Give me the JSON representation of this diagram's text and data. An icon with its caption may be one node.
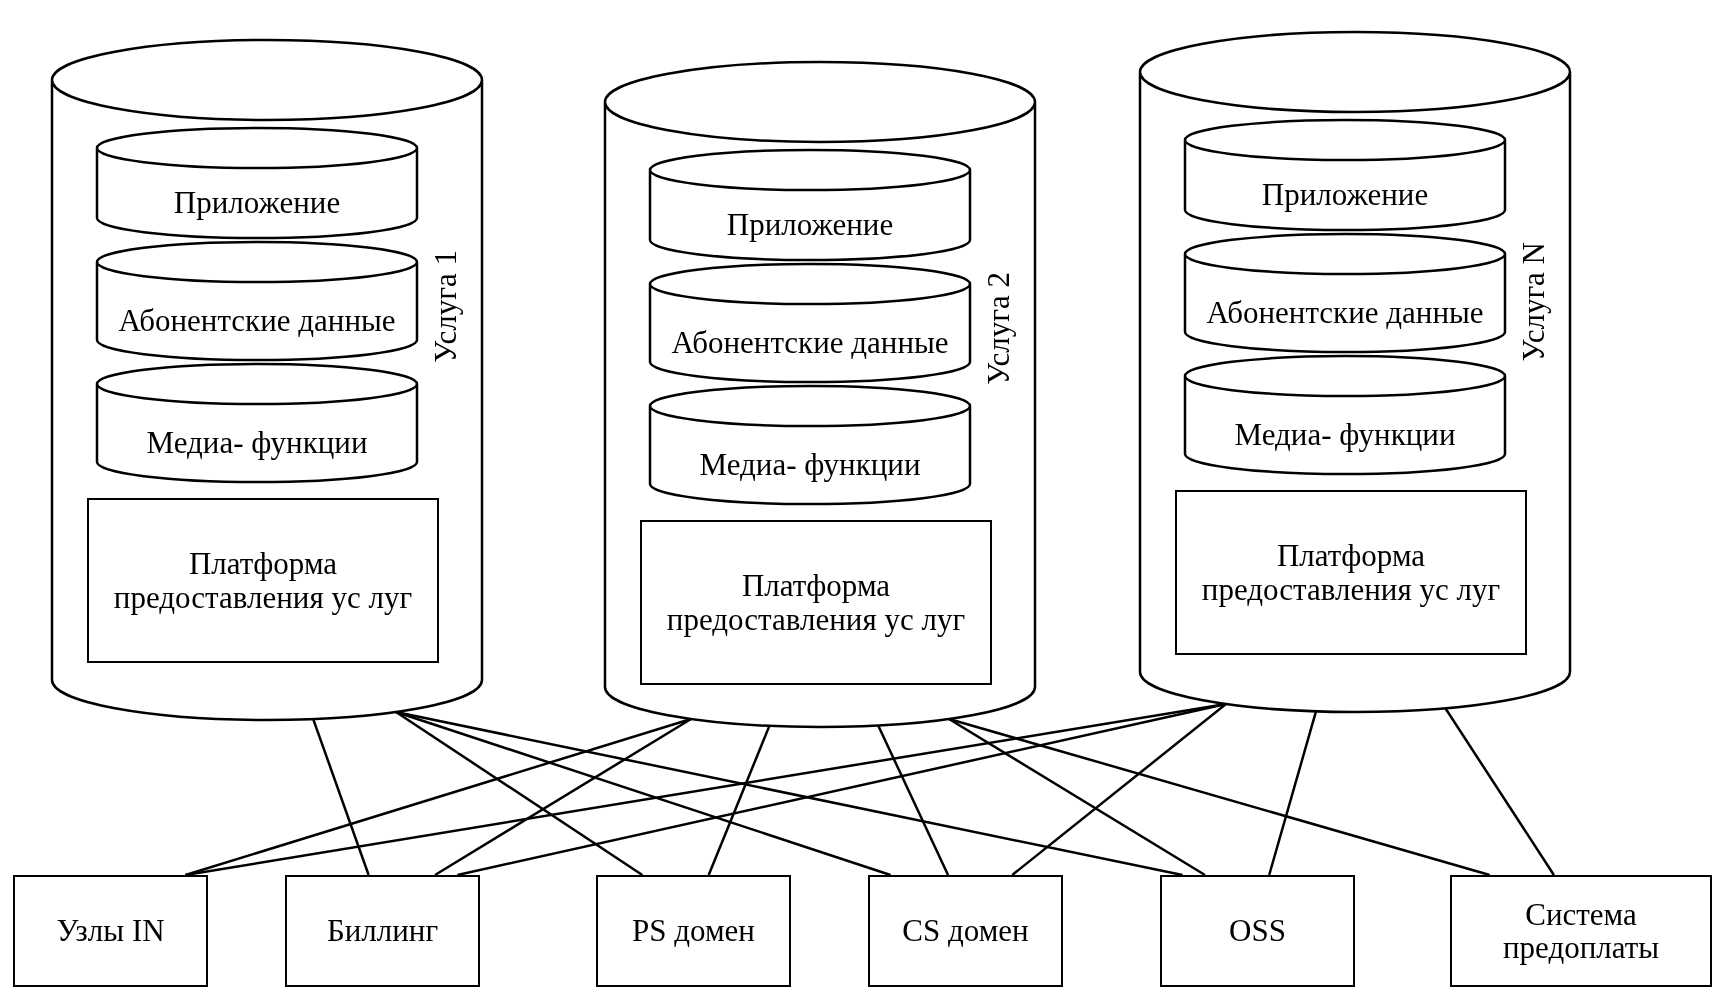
{
  "diagram": {
    "nodes": [
      {
        "text": [
          "Услуга 1"
        ]
      },
      {
        "text": [
          "Приложение"
        ],
        "in": 0
      },
      {
        "text": [
          "Абонентские данные"
        ],
        "in": 0
      },
      {
        "text": [
          "Медиа- функции"
        ],
        "in": 0
      },
      {
        "text": [
          "Платформа предоставления ус луг"
        ],
        "in": 0
      },
      {
        "text": [
          "Услуга 2"
        ]
      },
      {
        "text": [
          "Приложение"
        ],
        "in": 5
      },
      {
        "text": [
          "Абонентские данные"
        ],
        "in": 5
      },
      {
        "text": [
          "Медиа- функции"
        ],
        "in": 5
      },
      {
        "text": [
          "Платформа предоставления ус луг"
        ],
        "in": 5
      },
      {
        "text": [
          "Услуга N"
        ]
      },
      {
        "text": [
          "Приложение"
        ],
        "in": 10
      },
      {
        "text": [
          "Абонентские данные"
        ],
        "in": 10
      },
      {
        "text": [
          "Медиа- функции"
        ],
        "in": 10
      },
      {
        "text": [
          "Платформа предоставления ус луг"
        ],
        "in": 10
      },
      {
        "text": [
          "Узлы IN"
        ]
      },
      {
        "text": [
          "Биллинг"
        ]
      },
      {
        "text": [
          "PS домен"
        ]
      },
      {
        "text": [
          "CS домен"
        ]
      },
      {
        "text": [
          "OSS"
        ]
      },
      {
        "text": [
          "Система предоплаты"
        ]
      }
    ],
    "edges": [
      {
        "from": 0,
        "to": 16,
        "arrow": "none"
      },
      {
        "from": 0,
        "to": 17,
        "arrow": "none"
      },
      {
        "from": 0,
        "to": 18,
        "arrow": "none"
      },
      {
        "from": 0,
        "to": 19,
        "arrow": "none"
      },
      {
        "from": 5,
        "to": 15,
        "arrow": "none"
      },
      {
        "from": 5,
        "to": 16,
        "arrow": "none"
      },
      {
        "from": 5,
        "to": 17,
        "arrow": "none"
      },
      {
        "from": 5,
        "to": 18,
        "arrow": "none"
      },
      {
        "from": 5,
        "to": 19,
        "arrow": "none"
      },
      {
        "from": 5,
        "to": 20,
        "arrow": "none"
      },
      {
        "from": 10,
        "to": 15,
        "arrow": "none"
      },
      {
        "from": 10,
        "to": 16,
        "arrow": "none"
      },
      {
        "from": 10,
        "to": 18,
        "arrow": "none"
      },
      {
        "from": 10,
        "to": 19,
        "arrow": "none"
      },
      {
        "from": 10,
        "to": 20,
        "arrow": "none"
      }
    ]
  }
}
